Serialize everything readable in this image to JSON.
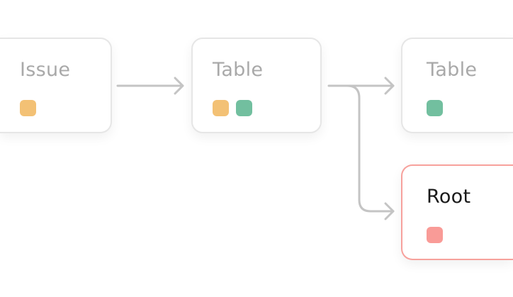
{
  "nodes": [
    {
      "label": "Issue",
      "swatches": [
        "#f3c175"
      ],
      "highlight": false
    },
    {
      "label": "Table",
      "swatches": [
        "#f3c175",
        "#72bf9f"
      ],
      "highlight": false
    },
    {
      "label": "Table",
      "swatches": [
        "#72bf9f"
      ],
      "highlight": false
    },
    {
      "label": "Root",
      "swatches": [
        "#f99b97"
      ],
      "highlight": true
    }
  ],
  "colors": {
    "edge": "#c4c4c4",
    "highlight_border": "#f7a19c"
  }
}
